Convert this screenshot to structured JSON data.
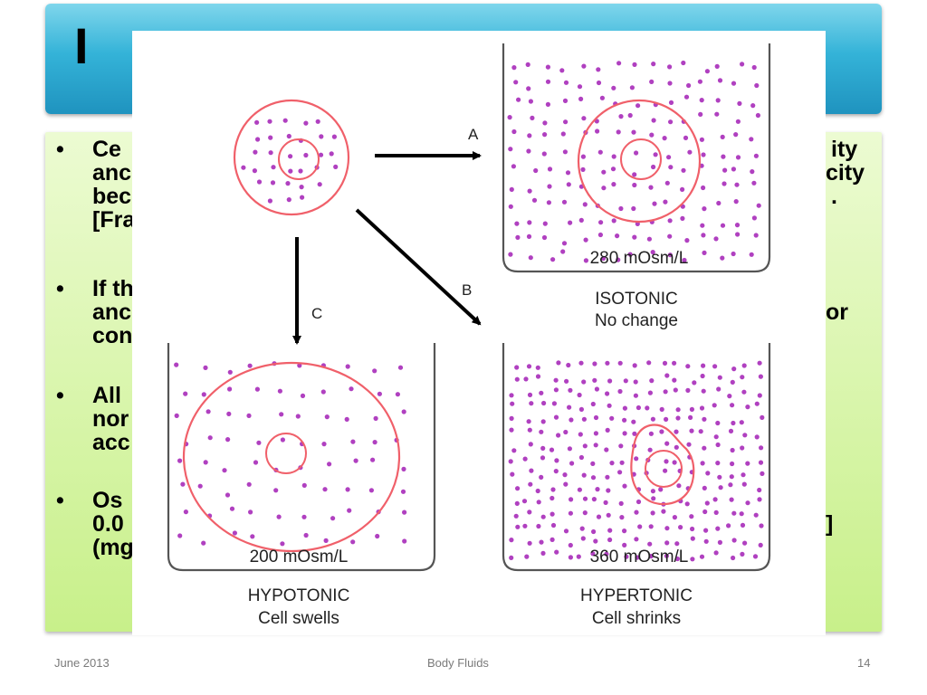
{
  "slide": {
    "title": "I",
    "bullets": [
      {
        "lines": [
          "Ce",
          "anc",
          "bec",
          "[Fra"
        ],
        "right": [
          "ity",
          "city",
          "."
        ]
      },
      {
        "lines": [
          "If th",
          "anc",
          "con"
        ],
        "right": [
          "or"
        ]
      },
      {
        "lines": [
          "All",
          "nor",
          "acc"
        ],
        "right": []
      },
      {
        "lines": [
          "Os",
          "0.0",
          "(mg"
        ],
        "right": [
          "]"
        ]
      }
    ],
    "bullet_symbol": "•"
  },
  "figure": {
    "arrows": {
      "a": "A",
      "b": "B",
      "c": "C"
    },
    "isotonic": {
      "osm": "280 mOsm/L",
      "name": "ISOTONIC",
      "desc": "No change"
    },
    "hypotonic": {
      "osm": "200 mOsm/L",
      "name": "HYPOTONIC",
      "desc": "Cell swells"
    },
    "hypertonic": {
      "osm": "360 mOsm/L",
      "name": "HYPERTONIC",
      "desc": "Cell shrinks"
    },
    "colors": {
      "membrane": "#f0606a",
      "solute": "#b040c0",
      "arrow": "#000000"
    }
  },
  "footer": {
    "date": "June 2013",
    "center": "Body Fluids",
    "page": "14"
  }
}
